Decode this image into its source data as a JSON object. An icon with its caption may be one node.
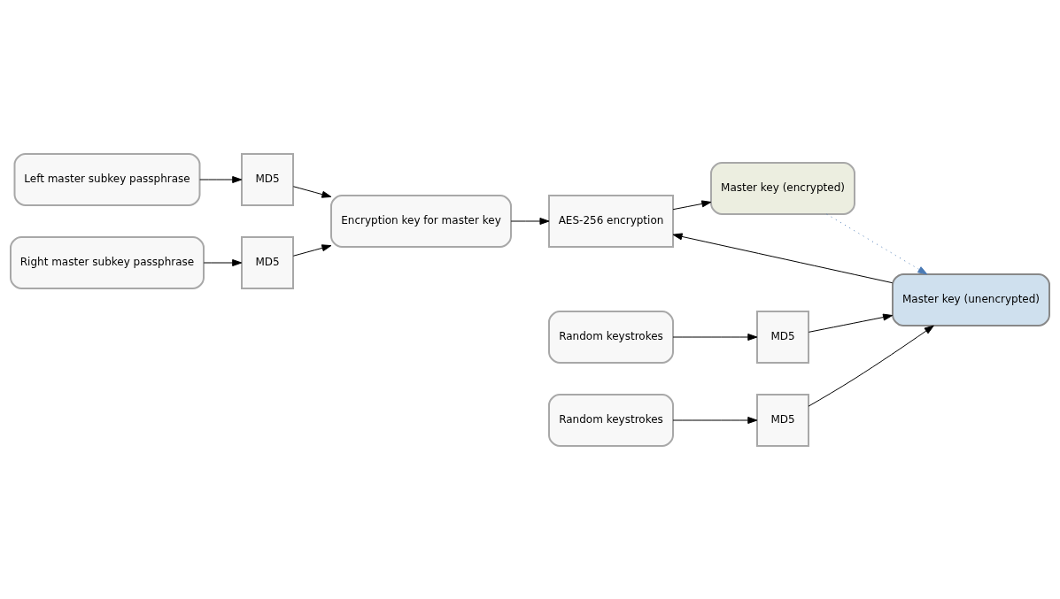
{
  "diagram": {
    "nodes": [
      {
        "text": [
          "Left master subkey passphrase"
        ]
      },
      {
        "text": [
          "MD5"
        ]
      },
      {
        "text": [
          "Right master subkey passphrase"
        ]
      },
      {
        "text": [
          "MD5"
        ]
      },
      {
        "text": [
          "Encryption key for master key"
        ]
      },
      {
        "text": [
          "AES-256 encryption"
        ]
      },
      {
        "text": [
          "Master key (encrypted)"
        ]
      },
      {
        "text": [
          "Random keystrokes"
        ]
      },
      {
        "text": [
          "MD5"
        ]
      },
      {
        "text": [
          "Random keystrokes"
        ]
      },
      {
        "text": [
          "MD5"
        ]
      },
      {
        "text": [
          "Master key (unencrypted)"
        ]
      }
    ],
    "edges": [
      {
        "from": 0,
        "to": 1,
        "arrow": "to"
      },
      {
        "from": 1,
        "to": 4,
        "arrow": "to"
      },
      {
        "from": 2,
        "to": 3,
        "arrow": "to"
      },
      {
        "from": 3,
        "to": 4,
        "arrow": "to"
      },
      {
        "from": 4,
        "to": 5,
        "arrow": "to"
      },
      {
        "from": 5,
        "to": 6,
        "arrow": "to"
      },
      {
        "from": 7,
        "to": 8,
        "arrow": "to"
      },
      {
        "from": 8,
        "to": 11,
        "arrow": "to"
      },
      {
        "from": 9,
        "to": 10,
        "arrow": "to"
      },
      {
        "from": 10,
        "to": 11,
        "arrow": "to"
      },
      {
        "from": 11,
        "to": 5,
        "arrow": "to"
      },
      {
        "from": 6,
        "to": 11,
        "arrow": "to",
        "style": "dashed",
        "color": "#4a7ab5"
      }
    ]
  }
}
